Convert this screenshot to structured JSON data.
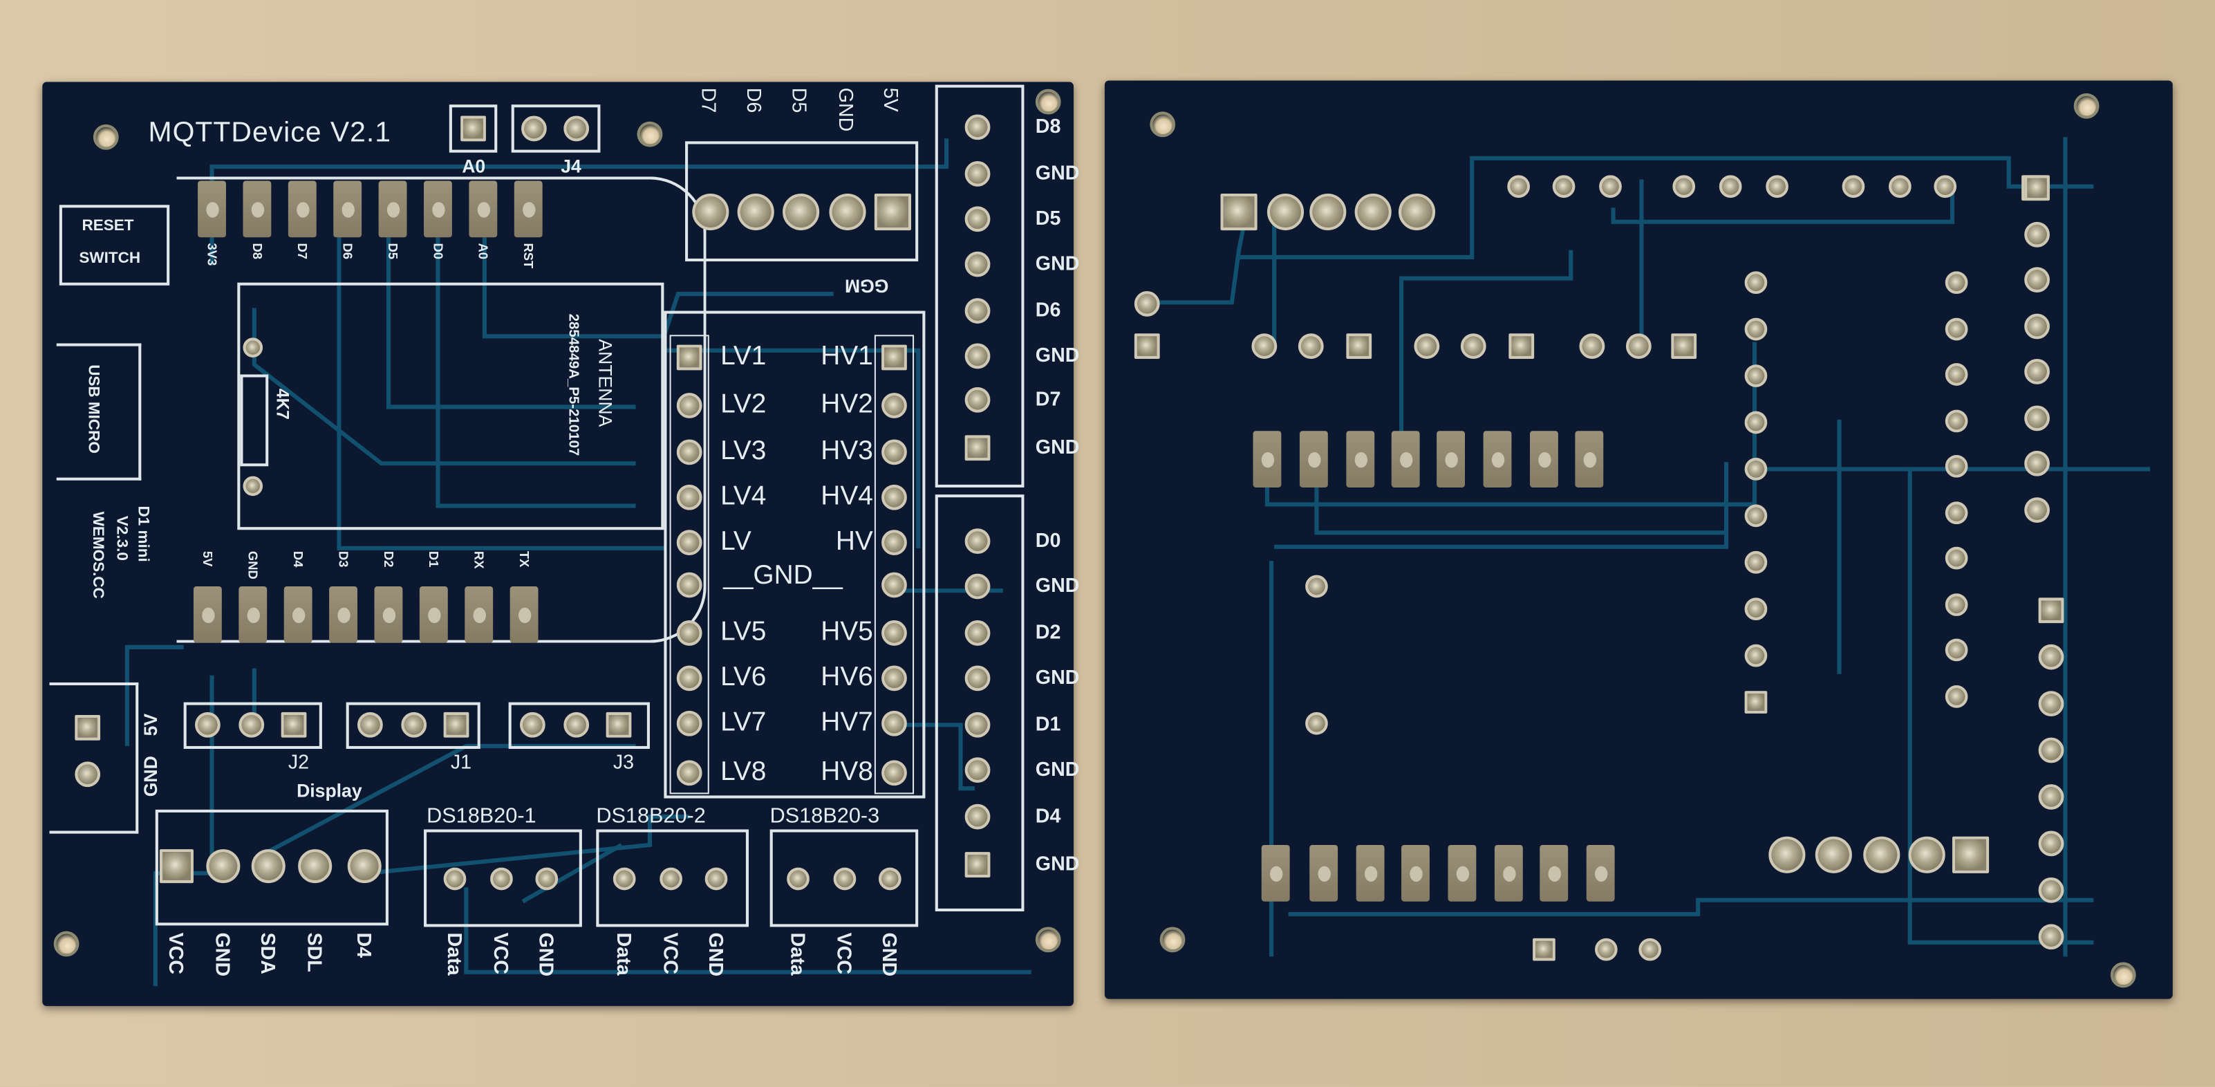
{
  "left_board": {
    "title": "MQTTDevice V2.1",
    "a0_header_label": "A0",
    "j4_label": "J4",
    "reset_switch": [
      "RESET",
      "SWITCH"
    ],
    "usb_label": "USB MICRO",
    "module_info": [
      "D1 mini",
      "V2.3.0",
      "WEMOS.CC"
    ],
    "resistor_label": "4K7",
    "antenna_label": "ANTENNA",
    "antenna_part": "2854849A_P5-210107",
    "top_pin_labels": [
      "3V3",
      "D8",
      "D7",
      "D6",
      "D5",
      "D0",
      "A0",
      "RST"
    ],
    "bottom_pin_labels": [
      "5V",
      "GND",
      "D4",
      "D3",
      "D2",
      "D1",
      "RX",
      "TX"
    ],
    "level_shifter": {
      "left": [
        "LV1",
        "LV2",
        "LV3",
        "LV4",
        "LV",
        "",
        "LV5",
        "LV6",
        "LV7",
        "LV8"
      ],
      "right": [
        "HV1",
        "HV2",
        "HV3",
        "HV4",
        "HV",
        "",
        "HV5",
        "HV6",
        "HV7",
        "HV8"
      ],
      "gnd": "__GND__"
    },
    "ggm_label": "GGM",
    "ggm_pins": [
      "D7",
      "D6",
      "D5",
      "GND",
      "5V"
    ],
    "right_header_upper": [
      "D8",
      "GND",
      "D5",
      "GND",
      "D6",
      "GND",
      "D7",
      "GND"
    ],
    "right_header_lower": [
      "D0",
      "GND",
      "D2",
      "GND",
      "D1",
      "GND",
      "D4",
      "GND"
    ],
    "power_labels": [
      "5V",
      "GND"
    ],
    "jumpers": [
      "J2",
      "J1",
      "J3"
    ],
    "display_label": "Display",
    "display_pins": [
      "VCC",
      "GND",
      "SDA",
      "SDL",
      "D4"
    ],
    "sensors": [
      {
        "name": "DS18B20-1",
        "pins": [
          "Data",
          "VCC",
          "GND"
        ]
      },
      {
        "name": "DS18B20-2",
        "pins": [
          "Data",
          "VCC",
          "GND"
        ]
      },
      {
        "name": "DS18B20-3",
        "pins": [
          "Data",
          "VCC",
          "GND"
        ]
      }
    ]
  },
  "colors": {
    "solder_mask": "#0b1830",
    "copper_trace": "#11506e",
    "silkscreen": "#e6edf0",
    "background": "#d6c3a2"
  }
}
